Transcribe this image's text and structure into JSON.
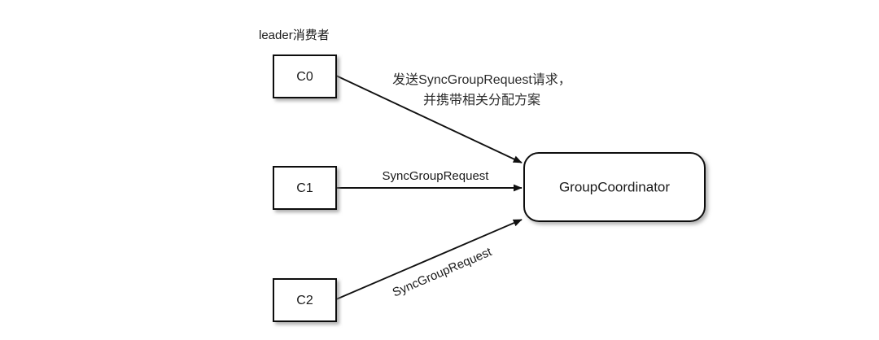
{
  "diagram": {
    "title_annotation": "leader消费者",
    "background_color": "#ffffff",
    "stroke_color": "#111111",
    "text_color": "#1a1a1a",
    "nodes": [
      {
        "id": "c0",
        "label": "C0",
        "shape": "rectangle"
      },
      {
        "id": "c1",
        "label": "C1",
        "shape": "rectangle"
      },
      {
        "id": "c2",
        "label": "C2",
        "shape": "rectangle"
      },
      {
        "id": "coordinator",
        "label": "GroupCoordinator",
        "shape": "rounded-rectangle"
      }
    ],
    "edges": [
      {
        "id": "edge-c0",
        "from": "c0",
        "to": "coordinator",
        "label_line1": "发送SyncGroupRequest请求，",
        "label_line2": "并携带相关分配方案"
      },
      {
        "id": "edge-c1",
        "from": "c1",
        "to": "coordinator",
        "label": "SyncGroupRequest"
      },
      {
        "id": "edge-c2",
        "from": "c2",
        "to": "coordinator",
        "label": "SyncGroupRequest"
      }
    ]
  }
}
